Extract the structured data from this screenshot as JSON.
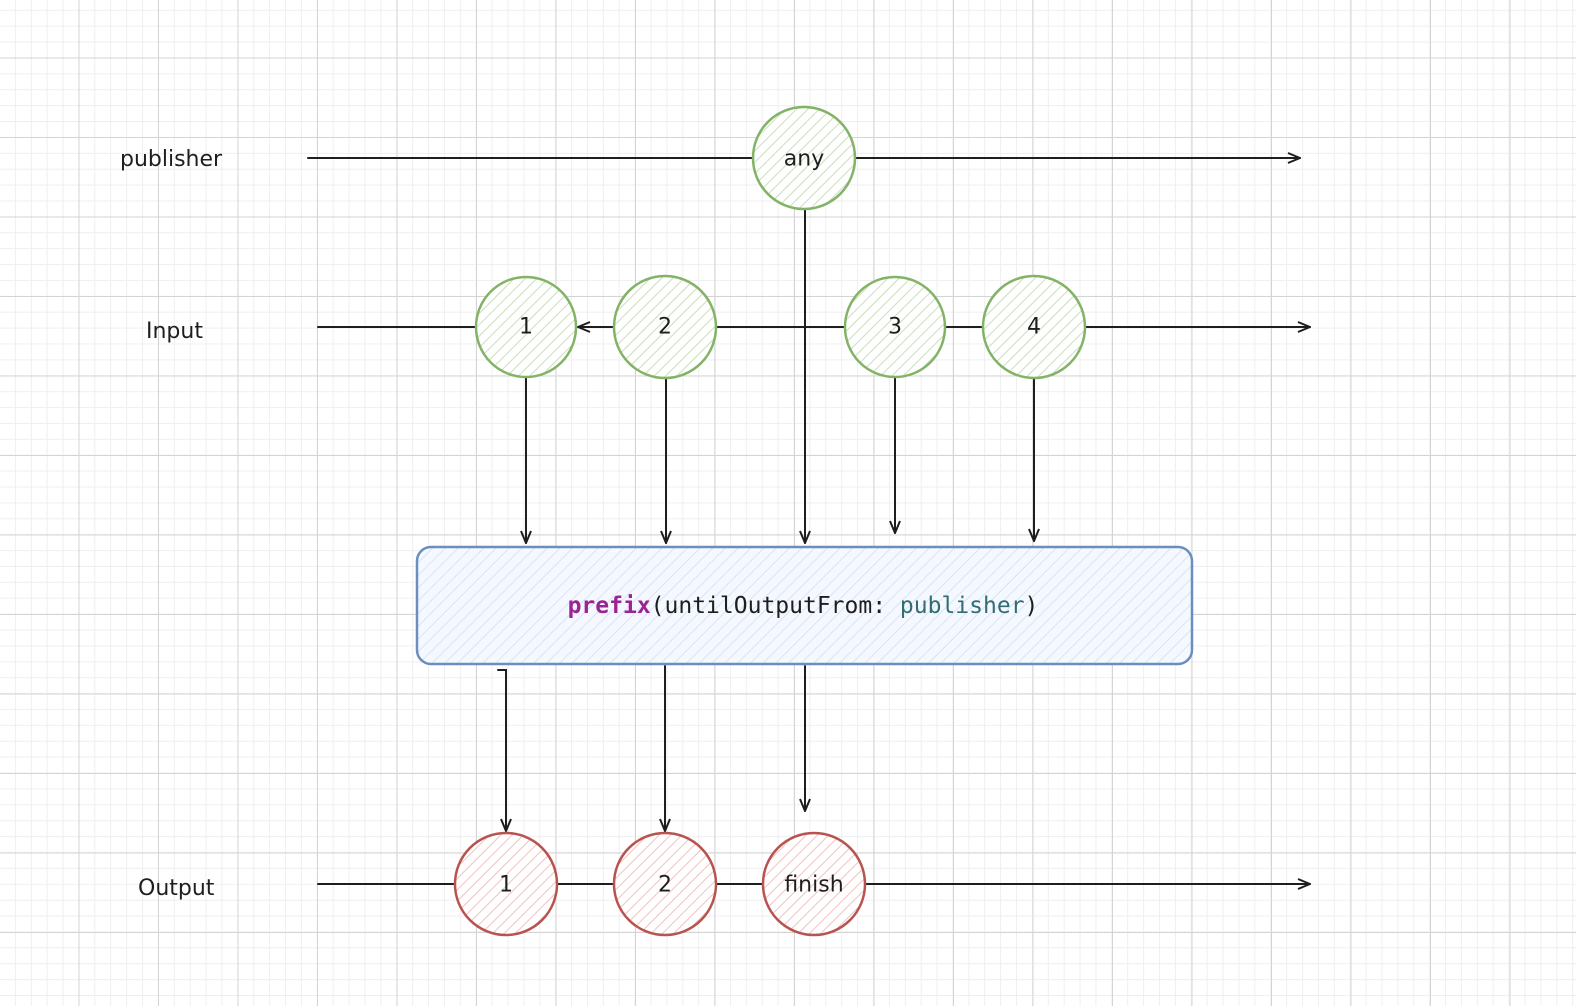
{
  "lanes": {
    "publisher": "publisher",
    "input": "Input",
    "output": "Output"
  },
  "nodes": {
    "publisher_any": "any",
    "input_1": "1",
    "input_2": "2",
    "input_3": "3",
    "input_4": "4",
    "output_1": "1",
    "output_2": "2",
    "output_finish": "finish"
  },
  "operator": {
    "keyword": "prefix",
    "open": "(untilOutputFrom: ",
    "param": "publisher",
    "close": ")"
  },
  "colors": {
    "source_node_stroke": "#82b366",
    "output_node_stroke": "#b85450",
    "operator_stroke": "#6c8ebf",
    "keyword": "#9b2393",
    "param": "#326d74"
  }
}
